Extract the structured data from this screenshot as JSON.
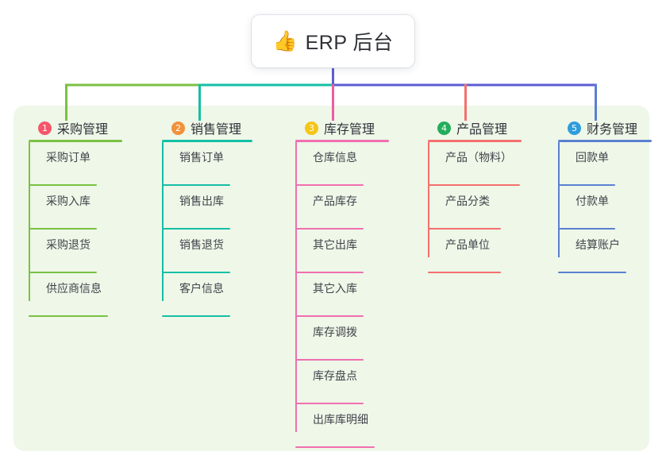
{
  "root": {
    "icon": "thumbs-up-emoji",
    "emoji": "👍",
    "title": "ERP 后台"
  },
  "panel": {
    "background": "#eef7e8"
  },
  "bus": {
    "segment_colors": [
      "#7ac143",
      "#15bfa5",
      "#5b5fd0"
    ],
    "root_stem_color": "#5b5fd0"
  },
  "columns": [
    {
      "index": "1",
      "label": "采购管理",
      "badge_color": "#f4566b",
      "rule_color": "#7ac143",
      "drop_color": "#7ac143",
      "head_rule_width": 118,
      "spine_height": 200,
      "items": [
        {
          "label": "采购订单",
          "rule_width": 86
        },
        {
          "label": "采购入库",
          "rule_width": 86
        },
        {
          "label": "采购退货",
          "rule_width": 86
        },
        {
          "label": "供应商信息",
          "rule_width": 100
        }
      ]
    },
    {
      "index": "2",
      "label": "销售管理",
      "badge_color": "#f2913c",
      "rule_color": "#15bfa5",
      "drop_color": "#15bfa5",
      "head_rule_width": 114,
      "spine_height": 200,
      "items": [
        {
          "label": "销售订单",
          "rule_width": 86
        },
        {
          "label": "销售出库",
          "rule_width": 86
        },
        {
          "label": "销售退货",
          "rule_width": 86
        },
        {
          "label": "客户信息",
          "rule_width": 86
        }
      ]
    },
    {
      "index": "3",
      "label": "库存管理",
      "badge_color": "#f5c518",
      "rule_color": "#f06fb0",
      "drop_color": "#ef5aa3",
      "head_rule_width": 118,
      "spine_height": 365,
      "items": [
        {
          "label": "仓库信息",
          "rule_width": 86
        },
        {
          "label": "产品库存",
          "rule_width": 86
        },
        {
          "label": "其它出库",
          "rule_width": 86
        },
        {
          "label": "其它入库",
          "rule_width": 86
        },
        {
          "label": "库存调拨",
          "rule_width": 86
        },
        {
          "label": "库存盘点",
          "rule_width": 86
        },
        {
          "label": "出库库明细",
          "rule_width": 100
        }
      ]
    },
    {
      "index": "4",
      "label": "产品管理",
      "badge_color": "#23ad5c",
      "rule_color": "#f4706e",
      "drop_color": "#f4706e",
      "head_rule_width": 118,
      "spine_height": 145,
      "items": [
        {
          "label": "产品（物料）",
          "rule_width": 116
        },
        {
          "label": "产品分类",
          "rule_width": 92
        },
        {
          "label": "产品单位",
          "rule_width": 92
        }
      ]
    },
    {
      "index": "5",
      "label": "财务管理",
      "badge_color": "#2e9ddb",
      "rule_color": "#5b7fd1",
      "drop_color": "#5b7fd1",
      "head_rule_width": 118,
      "spine_height": 145,
      "items": [
        {
          "label": "回款单",
          "rule_width": 72
        },
        {
          "label": "付款单",
          "rule_width": 72
        },
        {
          "label": "结算账户",
          "rule_width": 86
        }
      ]
    }
  ]
}
